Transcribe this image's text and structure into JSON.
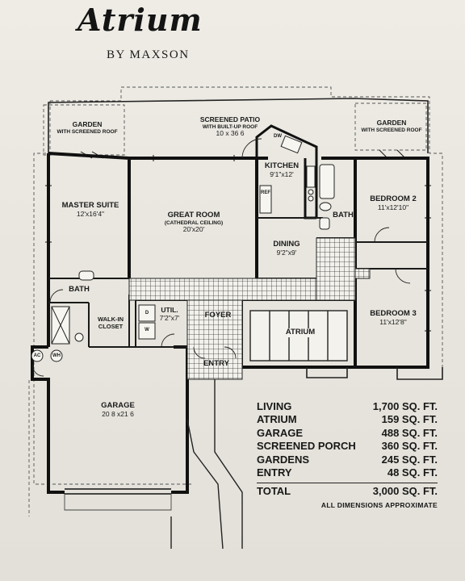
{
  "header": {
    "title": "Atrium",
    "byline": "BY MAXSON"
  },
  "rooms": {
    "screened_patio": {
      "name": "SCREENED PATIO",
      "note": "WITH BUILT-UP ROOF",
      "size": "10 x 36 6"
    },
    "garden_left": {
      "name": "GARDEN",
      "note": "WITH SCREENED ROOF"
    },
    "garden_right": {
      "name": "GARDEN",
      "note": "WITH SCREENED ROOF"
    },
    "master_suite": {
      "name": "MASTER SUITE",
      "size": "12'x16'4\""
    },
    "great_room": {
      "name": "GREAT ROOM",
      "note": "(CATHEDRAL CEILING)",
      "size": "20'x20'"
    },
    "kitchen": {
      "name": "KITCHEN",
      "size": "9'1\"x12'"
    },
    "dining": {
      "name": "DINING",
      "size": "9'2\"x9'"
    },
    "bath_right": {
      "name": "BATH"
    },
    "bath_left": {
      "name": "BATH"
    },
    "bedroom2": {
      "name": "BEDROOM 2",
      "size": "11'x12'10\""
    },
    "bedroom3": {
      "name": "BEDROOM 3",
      "size": "11'x12'8\""
    },
    "walk_in_closet": {
      "name": "WALK-IN CLOSET"
    },
    "util": {
      "name": "UTIL.",
      "size": "7'2\"x7'"
    },
    "foyer": {
      "name": "FOYER"
    },
    "atrium": {
      "name": "ATRIUM"
    },
    "entry": {
      "name": "ENTRY"
    },
    "garage": {
      "name": "GARAGE",
      "size": "20 8 x21 6"
    }
  },
  "fixtures": {
    "ac": "AC",
    "wh": "WH",
    "dw": "DW",
    "ref": "REF",
    "d": "D",
    "w": "W"
  },
  "area_table": {
    "rows": [
      {
        "label": "LIVING",
        "value": "1,700 SQ. FT."
      },
      {
        "label": "ATRIUM",
        "value": "159 SQ. FT."
      },
      {
        "label": "GARAGE",
        "value": "488 SQ. FT."
      },
      {
        "label": "SCREENED PORCH",
        "value": "360 SQ. FT."
      },
      {
        "label": "GARDENS",
        "value": "245 SQ. FT."
      },
      {
        "label": "ENTRY",
        "value": "48 SQ. FT."
      }
    ],
    "total": {
      "label": "TOTAL",
      "value": "3,000 SQ. FT."
    },
    "note": "ALL DIMENSIONS APPROXIMATE"
  }
}
